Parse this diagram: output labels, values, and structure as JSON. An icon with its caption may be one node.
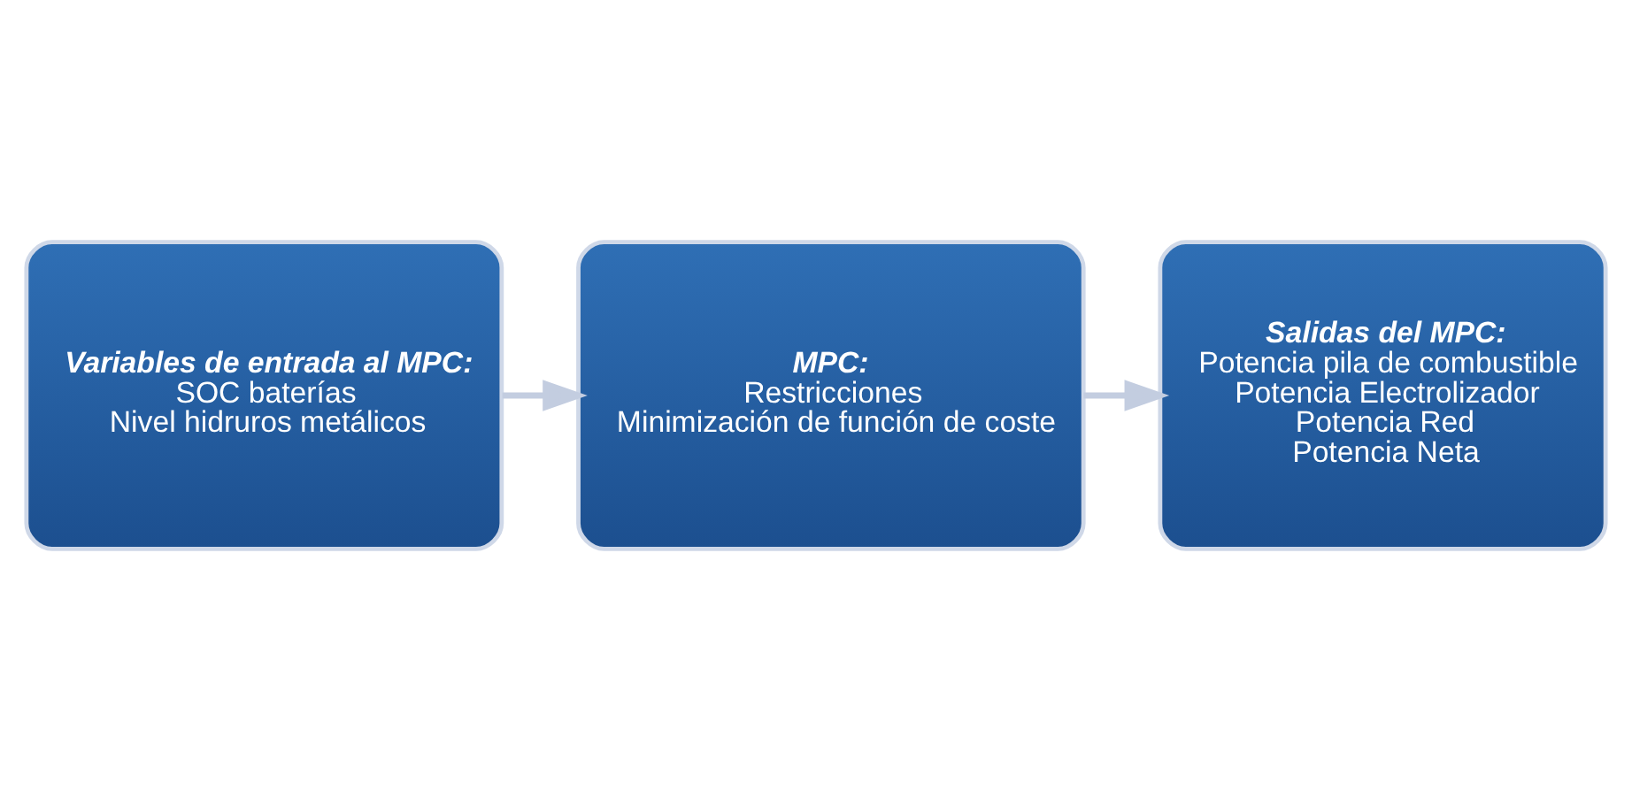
{
  "diagram": {
    "nodes": [
      {
        "text": [
          "Variables de entrada al MPC:",
          "SOC baterías",
          "Nivel hidruros metálicos"
        ]
      },
      {
        "text": [
          "MPC:",
          "Restricciones",
          "Minimización de función de coste"
        ]
      },
      {
        "text": [
          "Salidas del MPC:",
          "Potencia pila de combustible",
          "Potencia Electrolizador",
          "Potencia Red",
          "Potencia Neta"
        ]
      }
    ],
    "edges": [
      {
        "from": 0,
        "to": 1,
        "arrow": "to",
        "color": "#c3cde0"
      },
      {
        "from": 1,
        "to": 2,
        "arrow": "to",
        "color": "#c3cde0"
      }
    ]
  }
}
